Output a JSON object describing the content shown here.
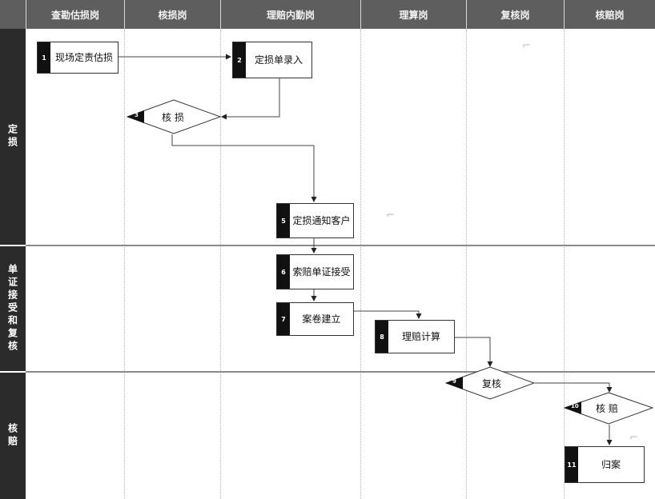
{
  "columns": [
    "查勘估损岗",
    "核损岗",
    "理赔内勤岗",
    "理算岗",
    "复核岗",
    "核赔岗"
  ],
  "lanes": [
    "定损",
    "单证接受和复核",
    "核赔"
  ],
  "nodes": [
    {
      "num": "1",
      "text": "现场定责估损",
      "shape": "process"
    },
    {
      "num": "2",
      "text": "定损单录入",
      "shape": "process"
    },
    {
      "num": "3",
      "text": "核 损",
      "shape": "decision"
    },
    {
      "num": "5",
      "text": "定损通知客户",
      "shape": "process"
    },
    {
      "num": "6",
      "text": "索赔单证接受",
      "shape": "process"
    },
    {
      "num": "7",
      "text": "案卷建立",
      "shape": "process"
    },
    {
      "num": "8",
      "text": "理赔计算",
      "shape": "process"
    },
    {
      "num": "9",
      "text": "复核",
      "shape": "decision"
    },
    {
      "num": "10",
      "text": "核 赔",
      "shape": "decision"
    },
    {
      "num": "11",
      "text": "归案",
      "shape": "process"
    }
  ],
  "marks": [
    "⌐",
    "⌐",
    "⌐"
  ],
  "colors": {
    "header": "#5e5e5e",
    "lane_label": "#2b2b2b",
    "step_badge": "#111111"
  }
}
